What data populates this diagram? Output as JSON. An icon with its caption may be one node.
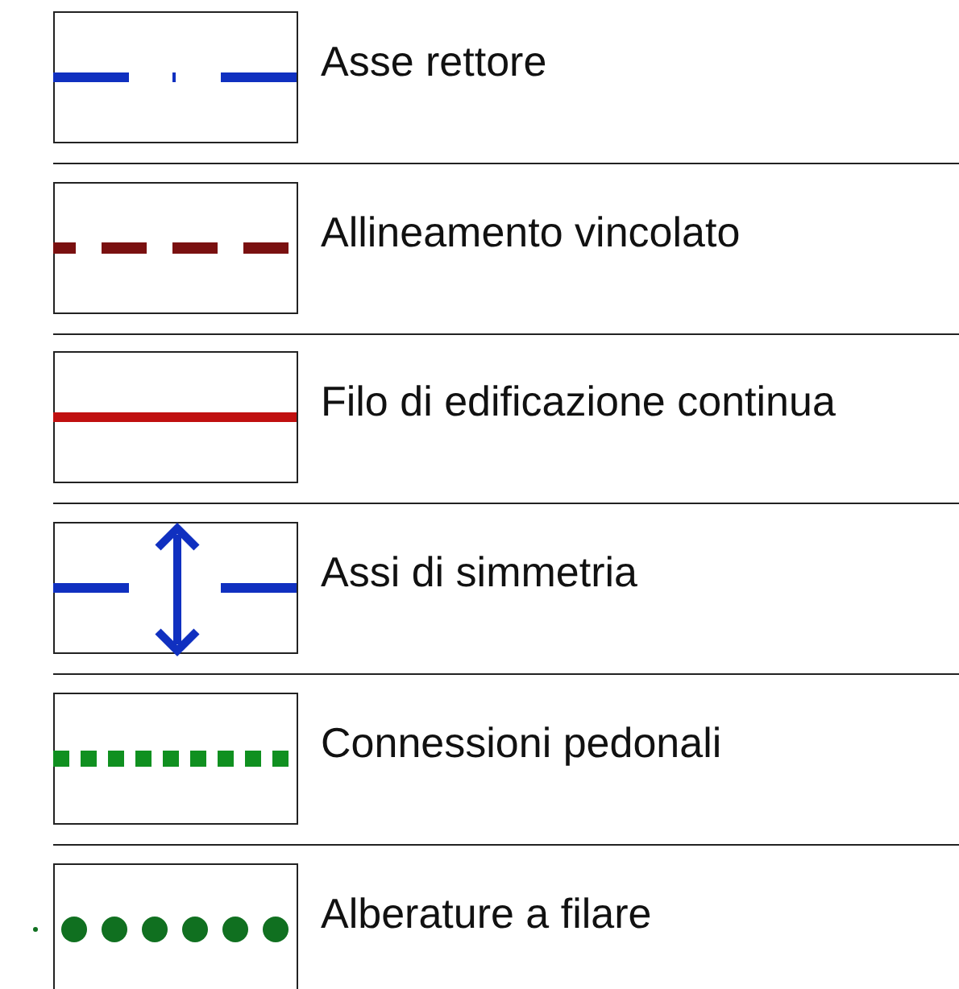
{
  "diagram": {
    "legend": [
      {
        "text": "Asse rettore"
      },
      {
        "text": "Allineamento vincolato"
      },
      {
        "text": "Filo di edificazione continua"
      },
      {
        "text": "Assi di simmetria"
      },
      {
        "text": "Connessioni pedonali"
      },
      {
        "text": "Alberature a filare"
      }
    ]
  }
}
